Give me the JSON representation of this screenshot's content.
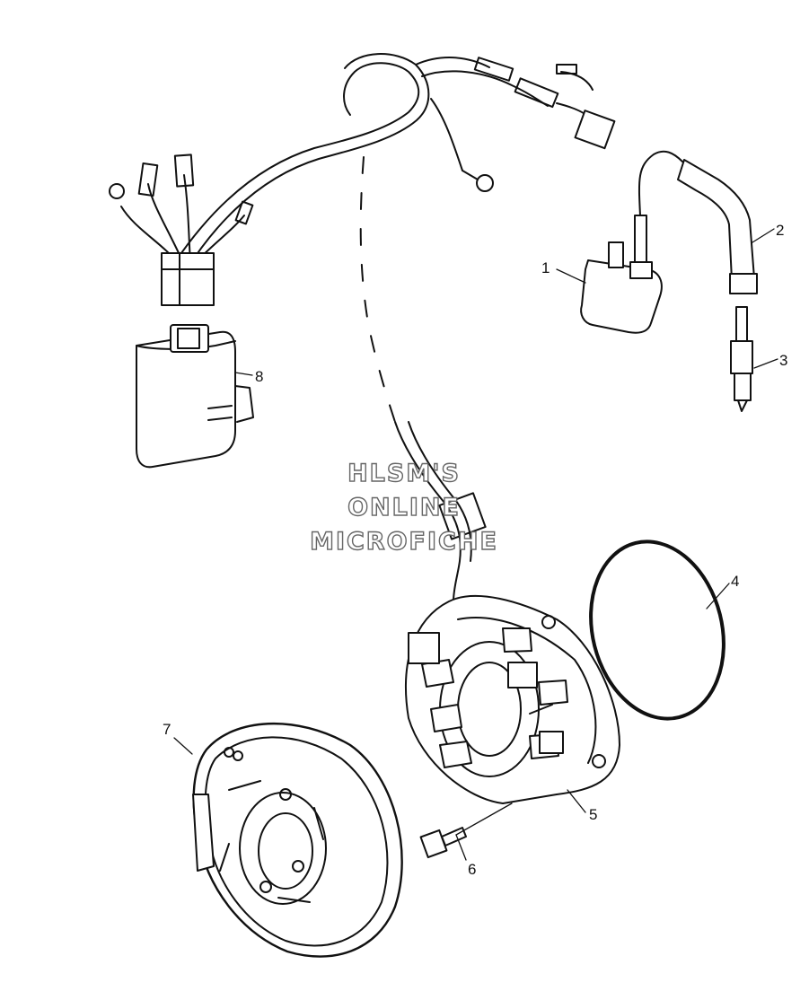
{
  "watermark": {
    "line1": "HLSM'S",
    "line2": "ONLINE",
    "line3": "MICROFICHE"
  },
  "callouts": [
    "1",
    "2",
    "3",
    "4",
    "5",
    "6",
    "7",
    "8"
  ]
}
